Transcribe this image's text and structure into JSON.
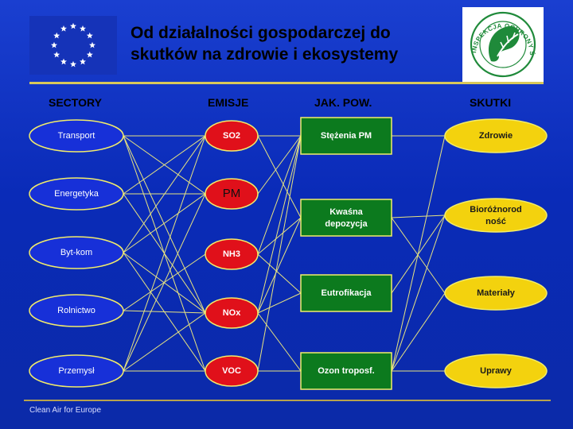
{
  "slide": {
    "title_line1": "Od działalności gospodarczej do",
    "title_line2": "skutków na zdrowie i ekosystemy",
    "footer": "Clean Air for Europe"
  },
  "logo": {
    "ring_text": "INSPEKCJA OCHRONY ŚRODOWISKA",
    "name": "leaf-emblem"
  },
  "columns": {
    "sectors": "SECTORY",
    "emissions": "EMISJE",
    "quality": "JAK. POW.",
    "effects": "SKUTKI"
  },
  "sectors": [
    "Transport",
    "Energetyka",
    "Byt-kom",
    "Rolnictwo",
    "Przemysł"
  ],
  "emissions": [
    "SO2",
    "PM",
    "NH3",
    "NOx",
    "VOC"
  ],
  "quality": [
    {
      "line1": "Stężenia PM",
      "line2": ""
    },
    {
      "line1": "Kwaśna",
      "line2": "depozycja"
    },
    {
      "line1": "Eutrofikacja",
      "line2": ""
    },
    {
      "line1": "Ozon troposf.",
      "line2": ""
    }
  ],
  "effects": [
    {
      "line1": "Zdrowie",
      "line2": ""
    },
    {
      "line1": "Bioróżnorod",
      "line2": "ność"
    },
    {
      "line1": "Materiały",
      "line2": ""
    },
    {
      "line1": "Uprawy",
      "line2": ""
    }
  ],
  "links": {
    "sector_emission": [
      [
        0,
        0
      ],
      [
        0,
        1
      ],
      [
        0,
        3
      ],
      [
        0,
        4
      ],
      [
        1,
        0
      ],
      [
        1,
        1
      ],
      [
        1,
        3
      ],
      [
        2,
        0
      ],
      [
        2,
        1
      ],
      [
        2,
        3
      ],
      [
        2,
        4
      ],
      [
        3,
        2
      ],
      [
        3,
        3
      ],
      [
        4,
        0
      ],
      [
        4,
        1
      ],
      [
        4,
        3
      ],
      [
        4,
        4
      ]
    ],
    "emission_quality": [
      [
        0,
        0
      ],
      [
        0,
        1
      ],
      [
        1,
        0
      ],
      [
        2,
        0
      ],
      [
        2,
        1
      ],
      [
        2,
        2
      ],
      [
        3,
        0
      ],
      [
        3,
        1
      ],
      [
        3,
        2
      ],
      [
        3,
        3
      ],
      [
        4,
        0
      ],
      [
        4,
        3
      ]
    ],
    "quality_effect": [
      [
        0,
        0
      ],
      [
        1,
        1
      ],
      [
        1,
        2
      ],
      [
        2,
        1
      ],
      [
        3,
        0
      ],
      [
        3,
        1
      ],
      [
        3,
        2
      ],
      [
        3,
        3
      ]
    ]
  },
  "colors": {
    "sector_fill": "#1730d8",
    "sector_text": "#ffffff",
    "emission_fill": "#e0101a",
    "emission_text": "#ffffff",
    "quality_fill": "#0c7a1e",
    "quality_text": "#ffffff",
    "effect_fill": "#f3d20e",
    "effect_text": "#1a1a1a",
    "node_border": "#f2ec6a",
    "link": "#e8e480",
    "logo_green": "#1f8a3a"
  }
}
